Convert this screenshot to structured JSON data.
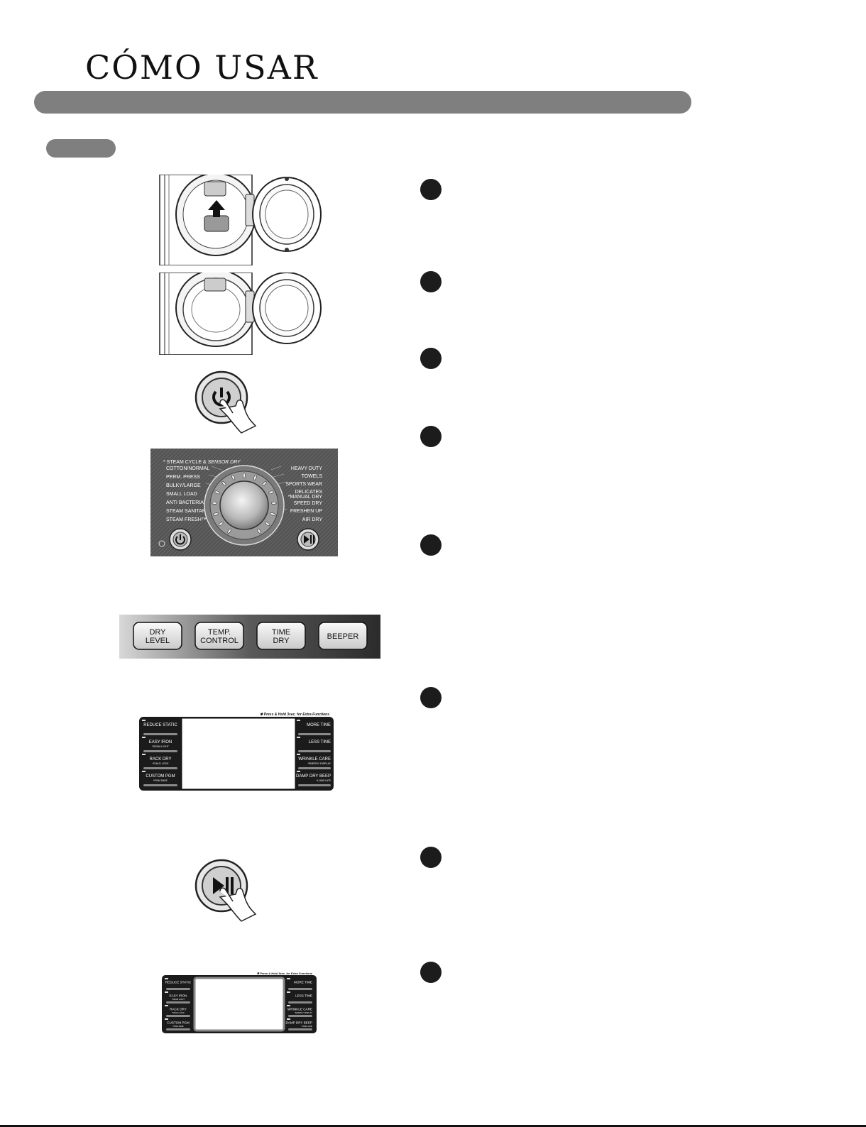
{
  "header": {
    "title": "CÓMO USAR"
  },
  "steps": [
    {
      "id": 1
    },
    {
      "id": 2
    },
    {
      "id": 3
    },
    {
      "id": 4
    },
    {
      "id": 5
    },
    {
      "id": 6
    },
    {
      "id": 7
    },
    {
      "id": 8
    }
  ],
  "cycle_panel": {
    "banner_prefix": "* STEAM CYCLE & ",
    "banner_suffix": "SENSOR DRY",
    "left_cycles": [
      "COTTON/NORMAL",
      "PERM. PRESS",
      "BULKY/LARGE",
      "SMALL LOAD",
      "ANTI BACTERIAL",
      "STEAM SANITARY™",
      "STEAM FRESH™"
    ],
    "right_cycles": [
      "HEAVY DUTY",
      "TOWELS",
      "SPORTS WEAR",
      "DELICATES",
      "*MANUAL DRY",
      "SPEED DRY",
      "FRESHEN UP",
      "AIR DRY"
    ]
  },
  "option_buttons": [
    {
      "line1": "DRY",
      "line2": "LEVEL"
    },
    {
      "line1": "TEMP.",
      "line2": "CONTROL"
    },
    {
      "line1": "TIME",
      "line2": "DRY"
    },
    {
      "line1": "BEEPER",
      "line2": ""
    }
  ],
  "display_panel": {
    "note": "✱ Press & Hold 3sec. for Extra Functions",
    "left_options": [
      {
        "label": "REDUCE STATIC",
        "sub": ""
      },
      {
        "label": "EASY IRON",
        "sub": "*DRUM LIGHT"
      },
      {
        "label": "RACK DRY",
        "sub": "*CHILD LOCK"
      },
      {
        "label": "CUSTOM PGM",
        "sub": "*PGM SAVE"
      }
    ],
    "right_options": [
      {
        "label": "MORE TIME",
        "sub": ""
      },
      {
        "label": "LESS TIME",
        "sub": ""
      },
      {
        "label": "WRINKLE CARE",
        "sub": "*ENERGY DISPLAY"
      },
      {
        "label": "DAMP DRY BEEP",
        "sub": "*LONG LIFE"
      }
    ]
  },
  "colors": {
    "accent_gray": "#7f7f7f",
    "dot": "#1c1c1c",
    "panel_dark": "#1b1b1b"
  }
}
